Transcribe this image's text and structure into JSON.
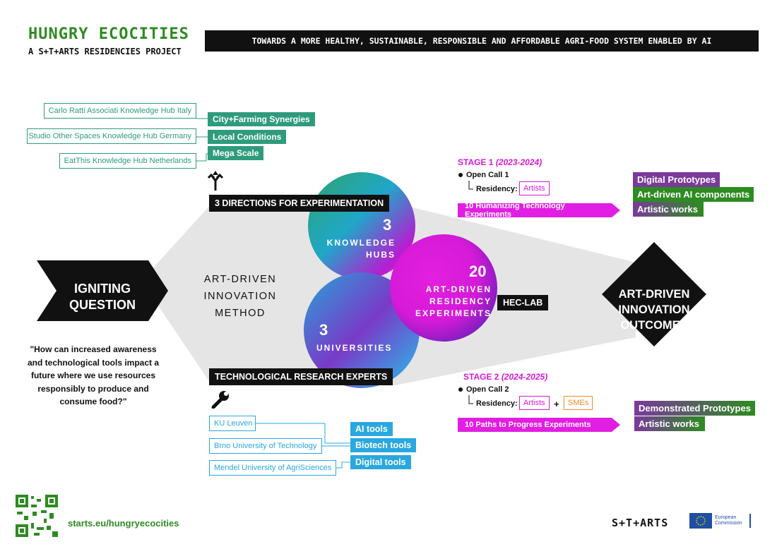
{
  "header": {
    "title": "HUNGRY ECOCITIES",
    "subtitle": "A S+T+ARTS RESIDENCIES PROJECT",
    "tagline": "TOWARDS A MORE HEALTHY, SUSTAINABLE, RESPONSIBLE AND AFFORDABLE AGRI-FOOD SYSTEM ENABLED BY AI"
  },
  "knowledge_hubs": {
    "items": [
      {
        "name": "Carlo Ratti Associati Knowledge Hub Italy",
        "tag": "City+Farming Synergies"
      },
      {
        "name": "Studio Other Spaces Knowledge Hub Germany",
        "tag": "Local Conditions"
      },
      {
        "name": "EatThis Knowledge Hub Netherlands",
        "tag": "Mega Scale"
      }
    ],
    "directions_label": "3 DIRECTIONS FOR EXPERIMENTATION"
  },
  "igniting": {
    "line1": "IGNITING",
    "line2": "QUESTION",
    "question": "\"How can increased awareness and technological tools impact a future where we use resources responsibly to produce and consume food?\""
  },
  "method": {
    "line1": "ART-DRIVEN",
    "line2": "INNOVATION",
    "line3": "METHOD"
  },
  "circles": {
    "hubs": {
      "number": "3",
      "line1": "KNOWLEDGE",
      "line2": "HUBS"
    },
    "universities": {
      "number": "3",
      "line1": "UNIVERSITIES"
    },
    "residency": {
      "number": "20",
      "line1": "ART-DRIVEN",
      "line2": "RESIDENCY",
      "line3": "EXPERIMENTS"
    },
    "hec_lab": "HEC-LAB"
  },
  "research": {
    "label": "TECHNOLOGICAL RESEARCH EXPERTS",
    "universities": [
      "KU Leuven",
      "Brno University of Technology",
      "Mendel University of AgriSciences"
    ],
    "tools": [
      "AI tools",
      "Biotech tools",
      "Digital tools"
    ]
  },
  "stage1": {
    "title": "STAGE 1",
    "years": "(2023-2024)",
    "open_call": "Open Call 1",
    "residency_label": "Residency:",
    "artists": "Artists",
    "experiments": "10 Humanizing Technology Experiments",
    "outputs": [
      "Digital Prototypes",
      "Art-driven AI components",
      "Artistic works"
    ]
  },
  "stage2": {
    "title": "STAGE 2",
    "years": "(2024-2025)",
    "open_call": "Open Call 2",
    "residency_label": "Residency:",
    "artists": "Artists",
    "plus": "+",
    "smes": "SMEs",
    "experiments": "10 Paths to Progress Experiments",
    "outputs": [
      "Demonstrated Prototypes",
      "Artistic works"
    ]
  },
  "outcomes": {
    "line1": "ART-DRIVEN",
    "line2": "INNOVATION",
    "line3": "OUTCOMES"
  },
  "footer": {
    "url": "starts.eu/hungryecocities",
    "starts_logo": "S+T+ARTS",
    "ec_text1": "European",
    "ec_text2": "Commission"
  },
  "colors": {
    "green": "#2e8b22",
    "teal": "#2f9b7d",
    "blue": "#29a8df",
    "magenta": "#d61ad6",
    "purple": "#7a3a9a"
  },
  "icons": [
    "directions-arrows-icon",
    "wrench-icon",
    "qr-code-icon",
    "eu-flag-icon"
  ]
}
